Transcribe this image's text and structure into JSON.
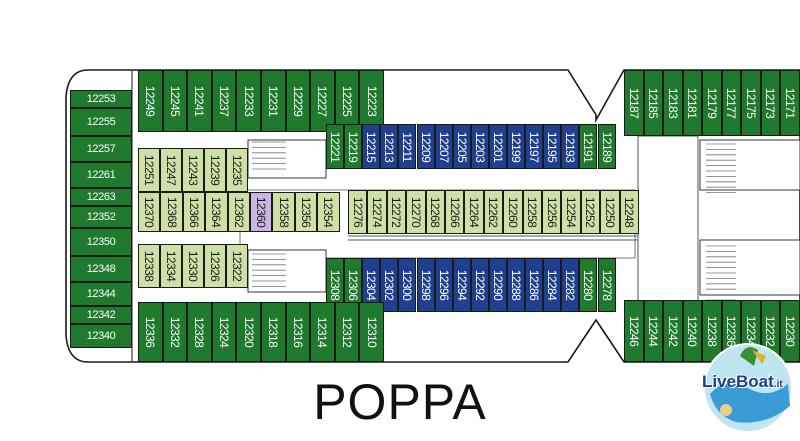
{
  "footer_label": "POPPA",
  "logo": {
    "brand": "LiveBoat",
    "domain": ".it"
  },
  "colors": {
    "green": "#1f7a2e",
    "light_green": "#cfe0a6",
    "blue": "#1f3f8f",
    "purple": "#c9b6e3",
    "outline": "#1a1a1a"
  },
  "cabin_groups": {
    "bow_left": [
      "12253",
      "12255",
      "12257",
      "12261",
      "12263",
      "12352",
      "12350",
      "12348",
      "12344",
      "12342",
      "12340"
    ],
    "top_row_left": [
      "12249",
      "12245",
      "12241",
      "12237",
      "12233",
      "12231",
      "12229",
      "12227",
      "12225",
      "12223"
    ],
    "top_row_right": [
      "12187",
      "12185",
      "12183",
      "12181",
      "12179",
      "12177",
      "12175",
      "12173",
      "12171"
    ],
    "inner_top": [
      "12221",
      "12219",
      "12215",
      "12213",
      "12211",
      "12209",
      "12207",
      "12205",
      "12203",
      "12201",
      "12199",
      "12197",
      "12195",
      "12193",
      "12191",
      "12189"
    ],
    "inner_upper_left": [
      "12251",
      "12247",
      "12243",
      "12239",
      "12235"
    ],
    "middle_row": [
      "12370",
      "12368",
      "12366",
      "12364",
      "12362",
      "12360",
      "12358",
      "12356",
      "12354"
    ],
    "center_row": [
      "12276",
      "12274",
      "12272",
      "12270",
      "12268",
      "12266",
      "12264",
      "12262",
      "12260",
      "12258",
      "12256",
      "12254",
      "12252",
      "12250",
      "12248"
    ],
    "inner_lower_left": [
      "12338",
      "12334",
      "12330",
      "12326",
      "12322"
    ],
    "inner_bottom": [
      "12308",
      "12306",
      "12304",
      "12302",
      "12300",
      "12298",
      "12296",
      "12294",
      "12292",
      "12290",
      "12288",
      "12286",
      "12284",
      "12282",
      "12280",
      "12278"
    ],
    "bottom_row_left": [
      "12336",
      "12332",
      "12328",
      "12324",
      "12320",
      "12318",
      "12316",
      "12314",
      "12312",
      "12310"
    ],
    "bottom_row_right": [
      "12246",
      "12244",
      "12242",
      "12240",
      "12238",
      "12236",
      "12234",
      "12232",
      "12230"
    ]
  }
}
